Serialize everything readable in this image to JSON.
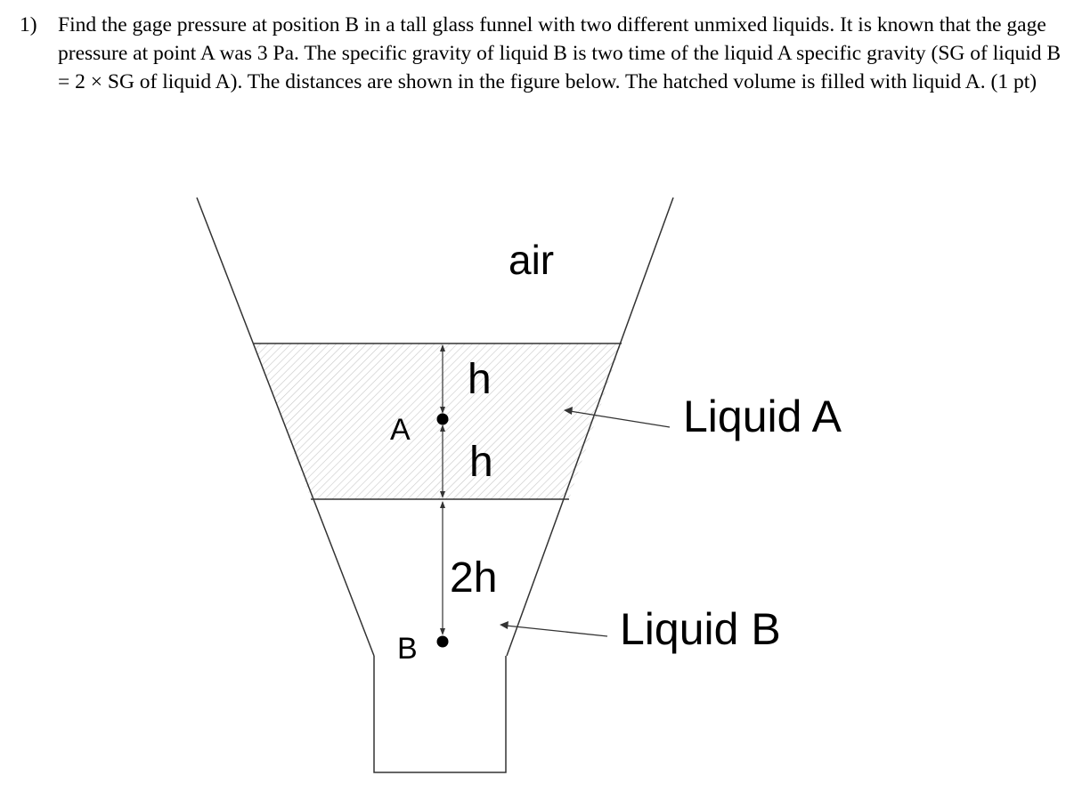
{
  "question": {
    "number": "1)",
    "text": "Find the gage pressure at position B in a tall glass funnel with two different unmixed liquids. It is known that the gage pressure at point A was 3 Pa. The specific gravity of liquid B is two time of the liquid A specific gravity (SG of liquid B = 2 × SG of liquid A). The distances are shown in the figure below. The hatched volume is filled with liquid A. (1 pt)"
  },
  "figure": {
    "air_label": "air",
    "point_a_label": "A",
    "point_b_label": "B",
    "dim_upper_label": "h",
    "dim_lower_label": "h",
    "dim_bottom_label": "2h",
    "liquid_a_label": "Liquid A",
    "liquid_b_label": "Liquid B",
    "hatch_color": "#c8c8c8",
    "line_color": "#333333"
  }
}
